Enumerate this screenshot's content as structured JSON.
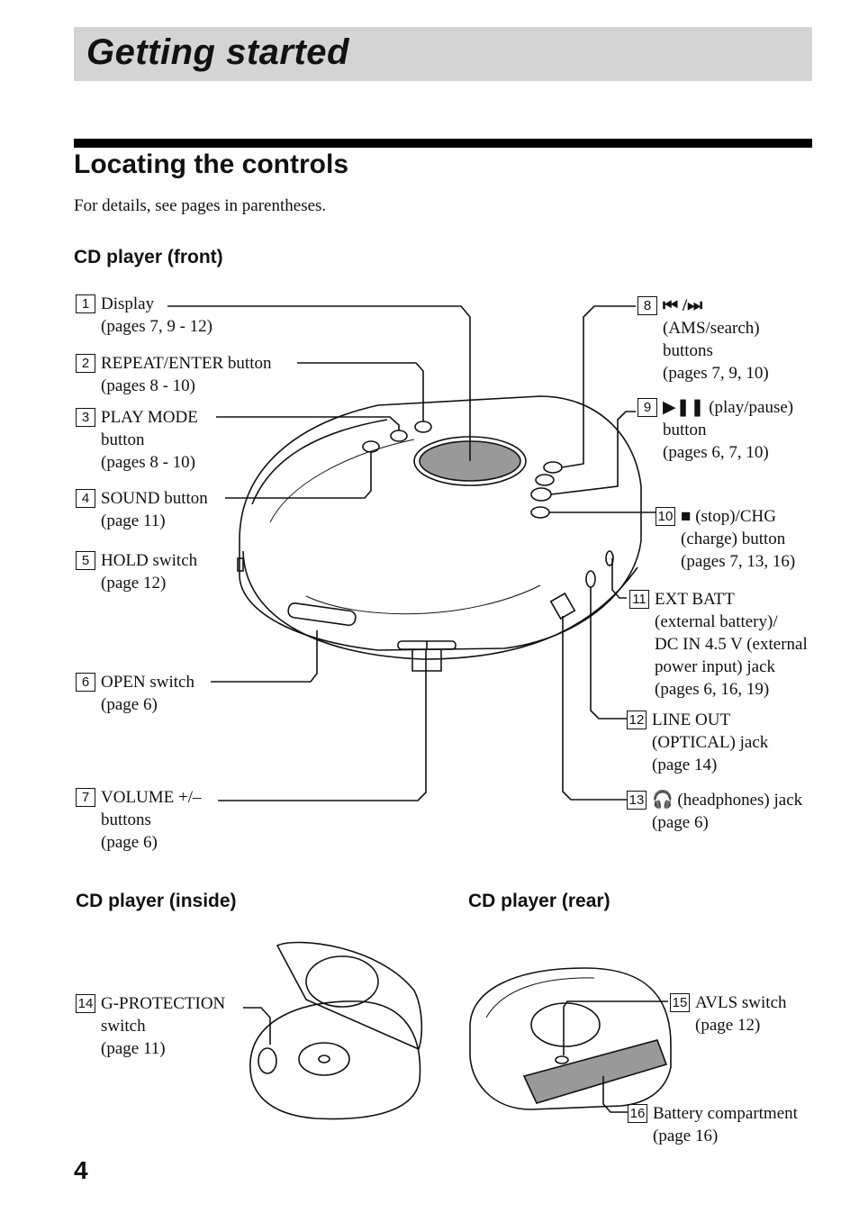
{
  "header": {
    "title": "Getting started"
  },
  "section": {
    "title": "Locating the controls",
    "intro": "For details, see pages in parentheses."
  },
  "subheads": {
    "front": "CD player (front)",
    "inside": "CD player (inside)",
    "rear": "CD player (rear)"
  },
  "callouts": [
    {
      "num": "1",
      "lines": [
        "Display",
        "(pages 7, 9 - 12)"
      ]
    },
    {
      "num": "2",
      "lines": [
        "REPEAT/ENTER button",
        "(pages 8 - 10)"
      ]
    },
    {
      "num": "3",
      "lines": [
        "PLAY MODE",
        "button",
        "(pages 8 - 10)"
      ]
    },
    {
      "num": "4",
      "lines": [
        "SOUND button",
        "(page 11)"
      ]
    },
    {
      "num": "5",
      "lines": [
        "HOLD switch",
        "(page 12)"
      ]
    },
    {
      "num": "6",
      "lines": [
        "OPEN switch",
        "(page 6)"
      ]
    },
    {
      "num": "7",
      "lines": [
        "VOLUME +/–",
        "buttons",
        "(page 6)"
      ]
    },
    {
      "num": "8",
      "lines": [
        "⏮ /⏭",
        "(AMS/search)",
        "buttons",
        "(pages 7, 9, 10)"
      ]
    },
    {
      "num": "9",
      "lines": [
        "▶❚❚ (play/pause)",
        "button",
        "(pages 6, 7, 10)"
      ]
    },
    {
      "num": "10",
      "lines": [
        "■ (stop)/CHG",
        "(charge) button",
        "(pages 7, 13, 16)"
      ]
    },
    {
      "num": "11",
      "lines": [
        "EXT BATT",
        "(external battery)/",
        "DC IN 4.5 V (external",
        "power input) jack",
        "(pages 6, 16, 19)"
      ]
    },
    {
      "num": "12",
      "lines": [
        "LINE OUT",
        "(OPTICAL) jack",
        "(page 14)"
      ]
    },
    {
      "num": "13",
      "lines": [
        "🎧 (headphones) jack",
        "(page 6)"
      ]
    },
    {
      "num": "14",
      "lines": [
        "G-PROTECTION",
        "switch",
        "(page 11)"
      ]
    },
    {
      "num": "15",
      "lines": [
        "AVLS switch",
        "(page 12)"
      ]
    },
    {
      "num": "16",
      "lines": [
        "Battery compartment",
        "(page 16)"
      ]
    }
  ],
  "page_number": "4"
}
